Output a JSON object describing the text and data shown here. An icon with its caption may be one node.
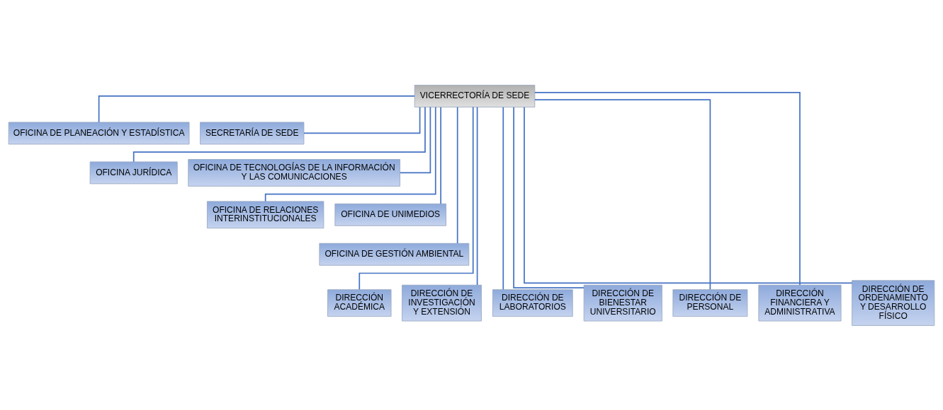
{
  "diagram": {
    "nodes": [
      {
        "text": [
          "VICERRECTORÍA DE SEDE"
        ]
      },
      {
        "text": [
          "OFICINA DE PLANEACIÓN Y ESTADÍSTICA"
        ]
      },
      {
        "text": [
          "SECRETARÍA DE SEDE"
        ]
      },
      {
        "text": [
          "OFICINA JURÍDICA"
        ]
      },
      {
        "text": [
          "OFICINA DE TECNOLOGÍAS DE LA INFORMACIÓN Y LAS COMUNICACIONES"
        ]
      },
      {
        "text": [
          "OFICINA DE RELACIONES INTERINSTITUCIONALES"
        ]
      },
      {
        "text": [
          "OFICINA DE UNIMEDIOS"
        ]
      },
      {
        "text": [
          "OFICINA DE GESTIÓN AMBIENTAL"
        ]
      },
      {
        "text": [
          "DIRECCIÓN ACADÉMICA"
        ]
      },
      {
        "text": [
          "DIRECCIÓN DE INVESTIGACIÓN Y EXTENSIÓN"
        ]
      },
      {
        "text": [
          "DIRECCIÓN DE LABORATORIOS"
        ]
      },
      {
        "text": [
          "DIRECCIÓN DE BIENESTAR UNIVERSITARIO"
        ]
      },
      {
        "text": [
          "DIRECCIÓN DE PERSONAL"
        ]
      },
      {
        "text": [
          "DIRECCIÓN FINANCIERA Y ADMINISTRATIVA"
        ]
      },
      {
        "text": [
          "DIRECCIÓN DE ORDENAMIENTO Y DESARROLLO FÍSICO"
        ]
      }
    ],
    "edges": [
      {
        "from": 0,
        "to": 1,
        "arrow": "none"
      },
      {
        "from": 0,
        "to": 2,
        "arrow": "none"
      },
      {
        "from": 0,
        "to": 3,
        "arrow": "none"
      },
      {
        "from": 0,
        "to": 4,
        "arrow": "none"
      },
      {
        "from": 0,
        "to": 5,
        "arrow": "none"
      },
      {
        "from": 0,
        "to": 6,
        "arrow": "none"
      },
      {
        "from": 0,
        "to": 7,
        "arrow": "none"
      },
      {
        "from": 0,
        "to": 8,
        "arrow": "none"
      },
      {
        "from": 0,
        "to": 9,
        "arrow": "none"
      },
      {
        "from": 0,
        "to": 10,
        "arrow": "none"
      },
      {
        "from": 0,
        "to": 11,
        "arrow": "none"
      },
      {
        "from": 0,
        "to": 12,
        "arrow": "none"
      },
      {
        "from": 0,
        "to": 13,
        "arrow": "none"
      },
      {
        "from": 0,
        "to": 14,
        "arrow": "none"
      }
    ]
  }
}
